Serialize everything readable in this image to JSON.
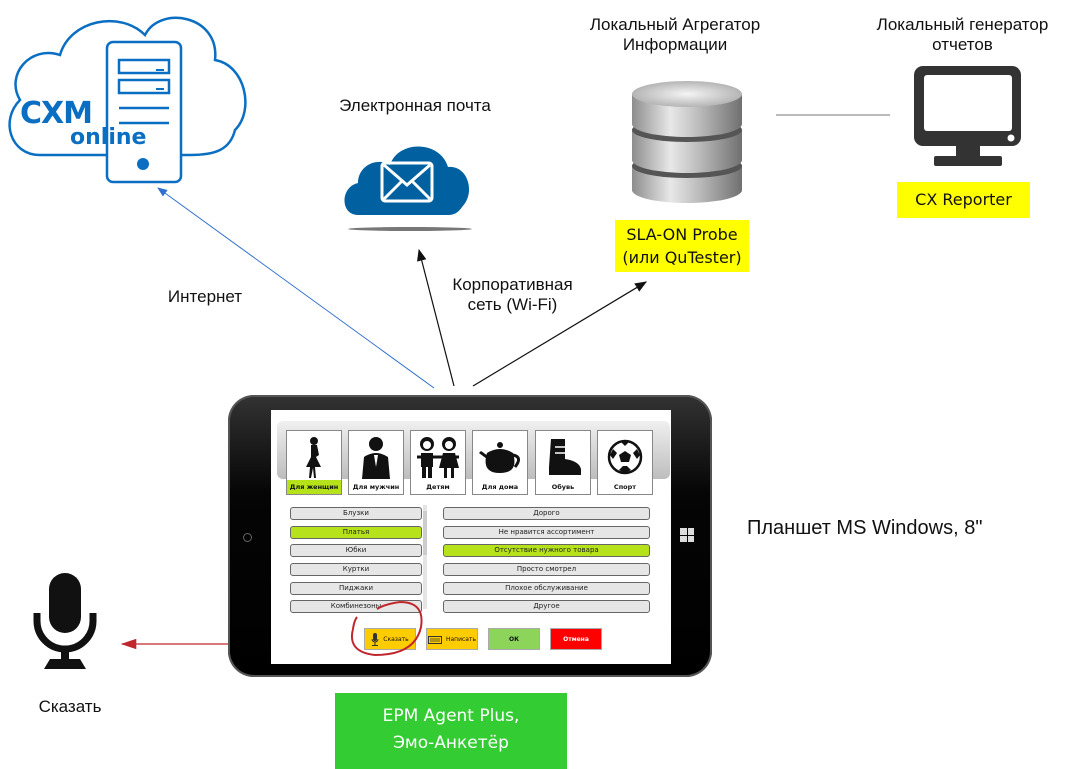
{
  "nodes": {
    "cxm_online": {
      "line1": "CXM",
      "line2": "online",
      "color": "#0a6fc2"
    },
    "email": {
      "label": "Электронная почта",
      "color": "#0060a0"
    },
    "aggregator": {
      "label_line1": "Локальный Агрегатор",
      "label_line2": "Информации",
      "badge_line1": "SLA-ON Probe",
      "badge_line2": "(или QuTester)"
    },
    "report_generator": {
      "label_line1": "Локальный генератор",
      "label_line2": "отчетов",
      "badge": "CX Reporter"
    },
    "microphone": {
      "label": "Сказать"
    },
    "tablet": {
      "caption": "Планшет MS Windows, 8\"",
      "app_line1": "EPM Agent Plus,",
      "app_line2": "Эмо-Анкетёр"
    }
  },
  "links": {
    "internet": "Интернет",
    "corporate_line1": "Корпоративная",
    "corporate_line2": "сеть (Wi-Fi)"
  },
  "survey_app": {
    "categories": [
      {
        "label": "Для женщин",
        "icon": "woman-icon",
        "selected": true
      },
      {
        "label": "Для мужчин",
        "icon": "man-icon",
        "selected": false
      },
      {
        "label": "Детям",
        "icon": "children-icon",
        "selected": false
      },
      {
        "label": "Для дома",
        "icon": "teapot-icon",
        "selected": false
      },
      {
        "label": "Обувь",
        "icon": "boot-icon",
        "selected": false
      },
      {
        "label": "Спорт",
        "icon": "soccer-ball-icon",
        "selected": false
      }
    ],
    "items": [
      {
        "label": "Блузки",
        "selected": false
      },
      {
        "label": "Платья",
        "selected": true
      },
      {
        "label": "Юбки",
        "selected": false
      },
      {
        "label": "Куртки",
        "selected": false
      },
      {
        "label": "Пиджаки",
        "selected": false
      },
      {
        "label": "Комбинезоны",
        "selected": false
      }
    ],
    "reasons": [
      {
        "label": "Дорого",
        "selected": false
      },
      {
        "label": "Не нравится ассортимент",
        "selected": false
      },
      {
        "label": "Отсутствие нужного товара",
        "selected": true
      },
      {
        "label": "Просто смотрел",
        "selected": false
      },
      {
        "label": "Плохое обслуживание",
        "selected": false
      },
      {
        "label": "Другое",
        "selected": false
      }
    ],
    "actions": {
      "say": "Сказать",
      "write": "Написать",
      "ok": "ОК",
      "cancel": "Отмена"
    }
  },
  "colors": {
    "selected_green": "#b5e21b",
    "action_yellow": "#ffcc00",
    "ok_green": "#8cd45a",
    "cancel_red": "#ff0000",
    "highlight_yellow": "#ffff00",
    "app_green": "#33cc33",
    "annotation_red": "#c0272d"
  }
}
